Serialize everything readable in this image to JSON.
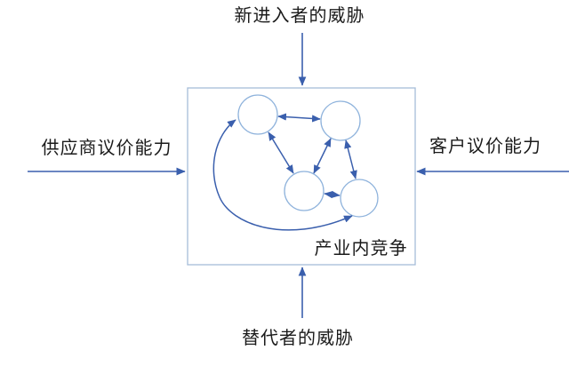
{
  "diagram": {
    "labels": {
      "top": "新进入者的威胁",
      "left": "供应商议价能力",
      "right": "客户议价能力",
      "bottom": "替代者的威胁",
      "center": "产业内竞争"
    },
    "colors": {
      "arrow": "#3A5FAD",
      "circle_stroke": "#8FB3DC",
      "box_stroke": "#A6BCD8",
      "text": "#1B1B1B",
      "background": "#FFFFFF"
    }
  }
}
